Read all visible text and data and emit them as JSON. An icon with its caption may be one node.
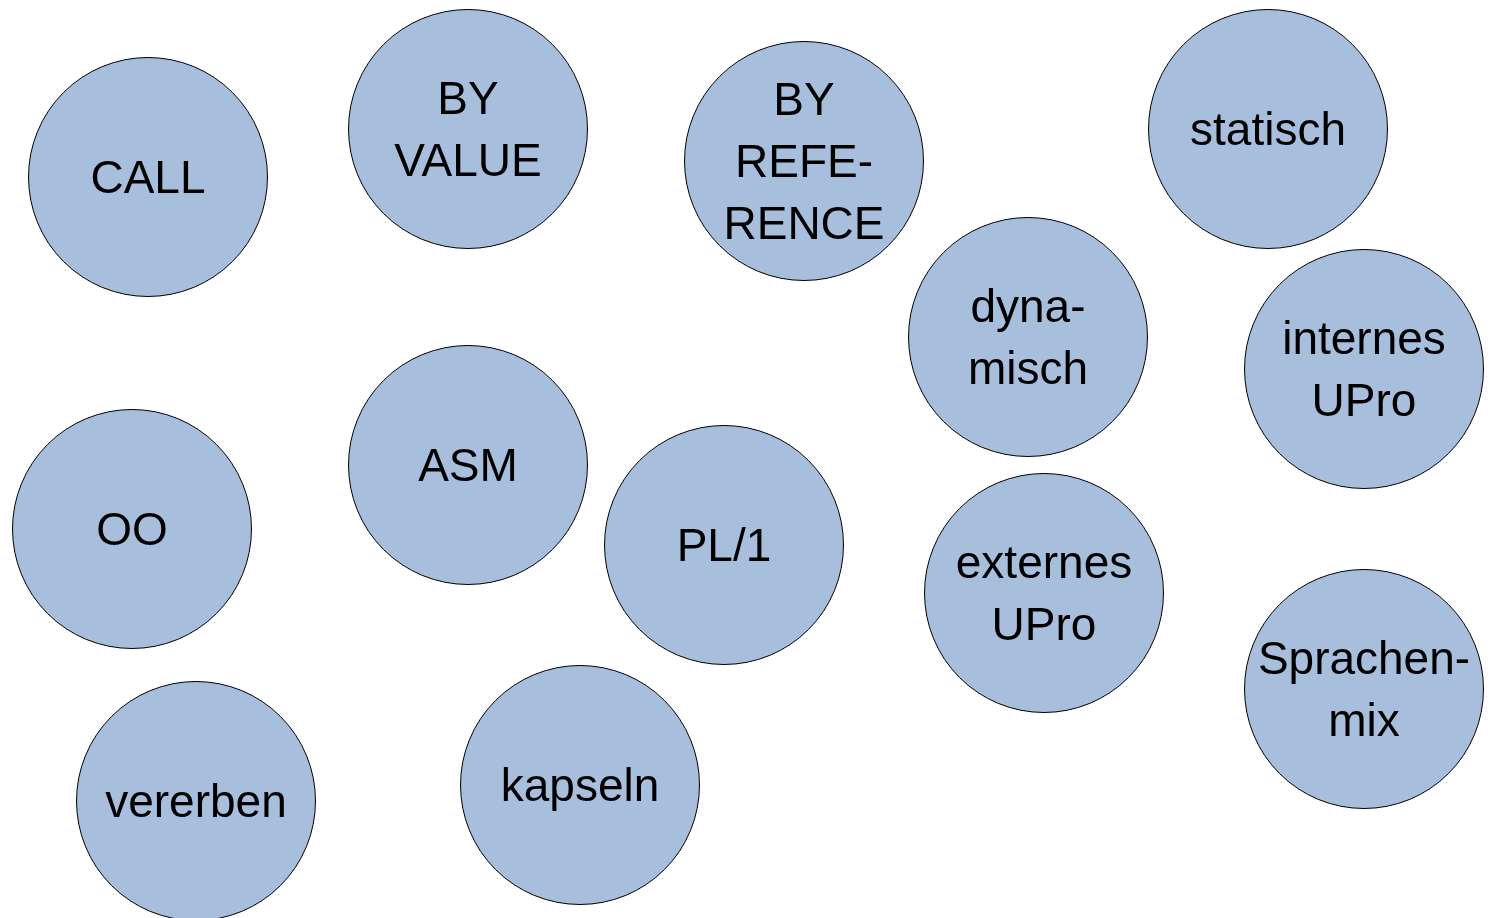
{
  "diagram": {
    "nodes": [
      {
        "text": [
          "CALL"
        ]
      },
      {
        "text": [
          "BY VALUE"
        ]
      },
      {
        "text": [
          "BY REFE- RENCE"
        ]
      },
      {
        "text": [
          "statisch"
        ]
      },
      {
        "text": [
          "dyna- misch"
        ]
      },
      {
        "text": [
          "internes UPro"
        ]
      },
      {
        "text": [
          "ASM"
        ]
      },
      {
        "text": [
          "OO"
        ]
      },
      {
        "text": [
          "PL/1"
        ]
      },
      {
        "text": [
          "externes UPro"
        ]
      },
      {
        "text": [
          "Sprachen- mix"
        ]
      },
      {
        "text": [
          "kapseln"
        ]
      },
      {
        "text": [
          "vererben"
        ]
      }
    ]
  }
}
